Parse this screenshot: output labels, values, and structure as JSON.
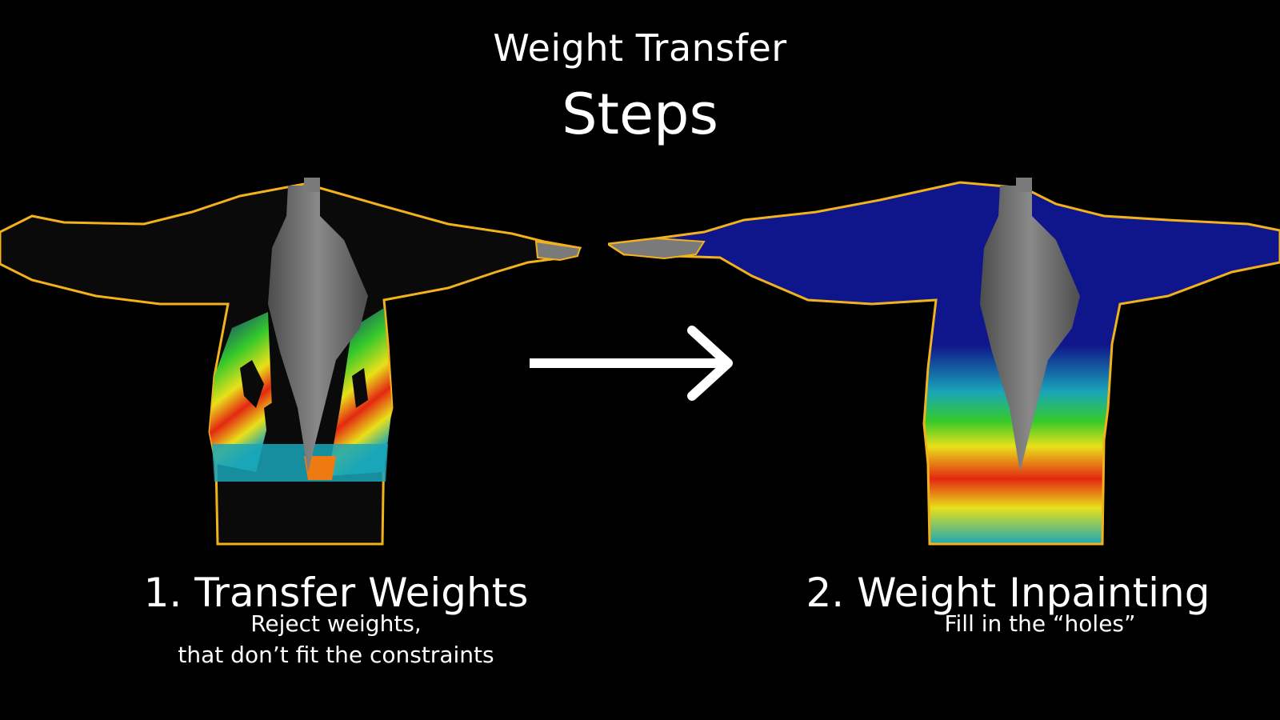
{
  "header": {
    "title": "Weight Transfer",
    "subtitle": "Steps"
  },
  "steps": [
    {
      "title": "1. Transfer Weights",
      "description_lines": [
        "Reject weights,",
        "that don’t fit the constraints"
      ],
      "figure": {
        "subject": "mannequin-with-hoodie",
        "garment_base_color": "#0a0a0a",
        "heatmap": "partial, with rejected black holes"
      }
    },
    {
      "title": "2. Weight Inpainting",
      "description_lines": [
        "Fill in the “holes”"
      ],
      "figure": {
        "subject": "mannequin-with-hoodie",
        "garment_base_color": "#0f168c",
        "heatmap": "smooth, fully inpainted"
      }
    }
  ],
  "arrow": {
    "icon": "arrow-right-icon",
    "color": "#ffffff"
  },
  "colors": {
    "background": "#000000",
    "text": "#ffffff",
    "outline": "#f2b21c",
    "body": "#6f6f6f",
    "heat_blue": "#0f168c",
    "heat_cyan": "#1aa6b8",
    "heat_green": "#35c92a",
    "heat_yellow": "#e8e01a",
    "heat_orange": "#f07a12",
    "heat_red": "#e42812"
  }
}
